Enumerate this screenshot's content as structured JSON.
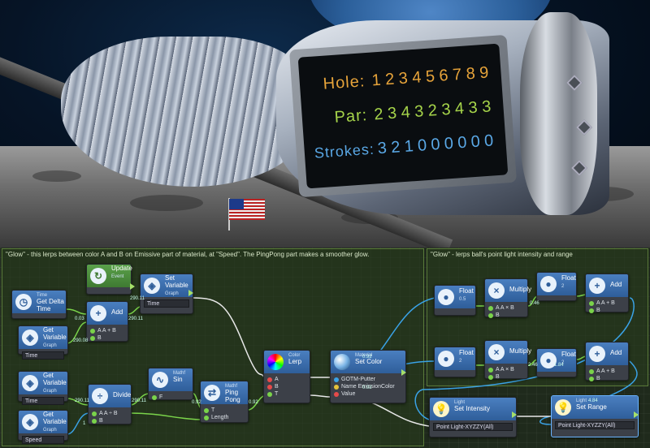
{
  "scorecard": {
    "hole_label": "Hole:",
    "holes": [
      "1",
      "2",
      "3",
      "4",
      "5",
      "6",
      "7",
      "8",
      "9"
    ],
    "par_label": "Par:",
    "pars": [
      "2",
      "3",
      "4",
      "3",
      "2",
      "3",
      "4",
      "3",
      "3"
    ],
    "strokes_label": "Strokes:",
    "strokes": [
      "3",
      "2",
      "1",
      "0",
      "0",
      "0",
      "0",
      "0",
      "0"
    ]
  },
  "colors": {
    "hole": "#e6a33a",
    "par": "#a6d44a",
    "strokes": "#5aa8e6",
    "node_header": "#3a6fae",
    "group_border": "#5a7a3a"
  },
  "groups": [
    {
      "title": "\"Glow\" - this lerps between color A and B on Emissive part of material, at \"Speed\". The PingPong part makes a smoother glow."
    },
    {
      "title": "\"Glow\" - lerps ball's point light intensity and range"
    }
  ],
  "nodes": {
    "update": {
      "title": "Update",
      "sub": "Event"
    },
    "setvar": {
      "title": "Set Variable",
      "sub": "Graph",
      "field": "Time"
    },
    "time": {
      "title": "Get Delta Time",
      "sub": "Time"
    },
    "add1": {
      "title": "Add",
      "p1": "A  A + B",
      "p2": "B"
    },
    "getvar1": {
      "title": "Get Variable",
      "sub": "Graph",
      "field": "Time"
    },
    "getvar2": {
      "title": "Get Variable",
      "sub": "Graph",
      "field": "Time"
    },
    "getvar3": {
      "title": "Get Variable",
      "sub": "Graph",
      "field": "Speed"
    },
    "divide": {
      "title": "Divide",
      "p1": "A  A ÷ B",
      "p2": "B"
    },
    "sin": {
      "title": "Sin",
      "sub": "Mathf",
      "p1": "F"
    },
    "pingpong": {
      "title": "Ping Pong",
      "sub": "Mathf",
      "p1": "T",
      "p2": "Length"
    },
    "lerp": {
      "title": "Lerp",
      "sub": "Color",
      "p1": "A",
      "p2": "B",
      "p3": "T"
    },
    "setcolor": {
      "title": "Set Color",
      "sub": "Material",
      "p1": "GOTM-Putter",
      "p2": "Name",
      "p2v": "EmissionColor",
      "p3": "Value"
    },
    "float1": {
      "title": "Float",
      "value": "0.5"
    },
    "multiply1": {
      "title": "Multiply",
      "p1": "A  A × B",
      "p2": "B"
    },
    "float2": {
      "title": "Float",
      "value": "2"
    },
    "add2": {
      "title": "Add",
      "p1": "A  A + B",
      "p2": "B"
    },
    "float3": {
      "title": "Float",
      "value": "2"
    },
    "multiply2": {
      "title": "Multiply",
      "p1": "A  A × B",
      "p2": "B"
    },
    "float4": {
      "title": "Float",
      "value": "2"
    },
    "add3": {
      "title": "Add",
      "p1": "A  A + B",
      "p2": "B"
    },
    "setintensity": {
      "title": "Set Intensity",
      "sub": "Light",
      "field": "Point Light-XYZZY(All)"
    },
    "setrange": {
      "title": "Set Range",
      "sub": "Light",
      "field": "Point Light-XYZZY(All)"
    }
  },
  "values": {
    "v1": "0.03",
    "v2": "290.11",
    "v3": "290.08",
    "v4": "290.11",
    "v5": "290.11",
    "v6": "290.11",
    "v7": "0.92",
    "v8": "0.92",
    "v9": "0.92",
    "v10": "0.92",
    "v11": "0.46",
    "v12": "2.46",
    "v13": "1.84",
    "v14": "4.84",
    "v15": "1"
  }
}
